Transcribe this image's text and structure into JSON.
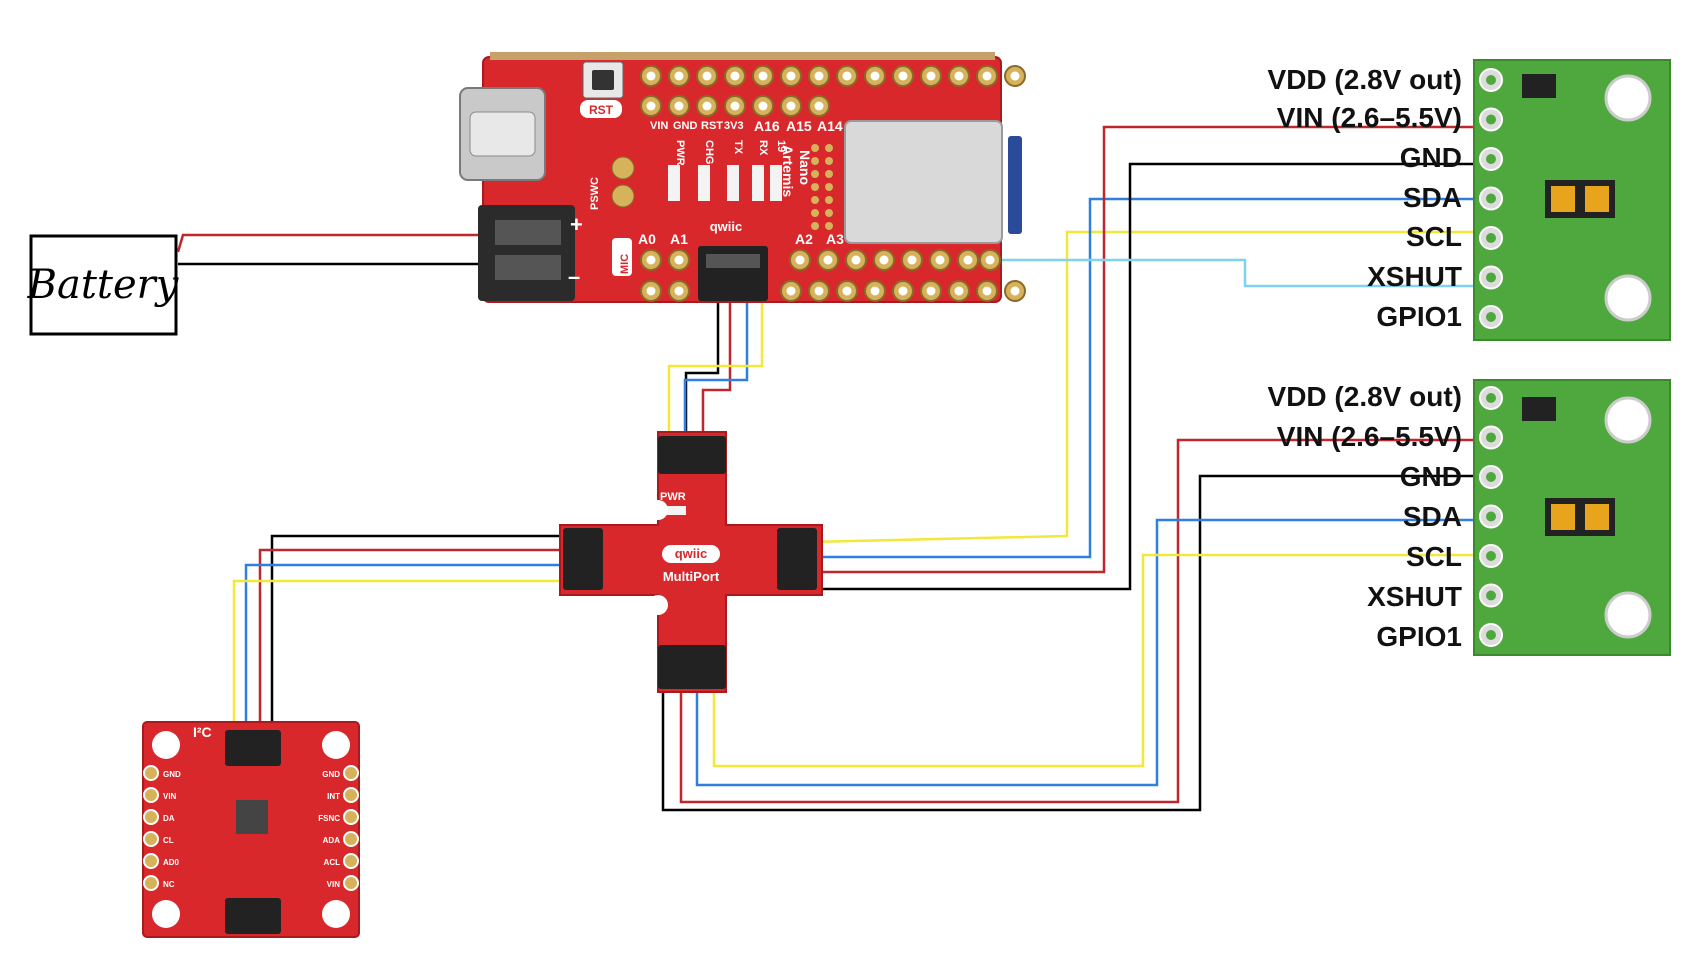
{
  "battery": {
    "label": "Battery"
  },
  "main_board": {
    "header_labels": [
      "VIN",
      "GND",
      "RST",
      "3V3",
      "A16",
      "A15",
      "A14"
    ],
    "led_labels": [
      "PWR",
      "CHG",
      "TX",
      "RX",
      "19"
    ],
    "title_line1": "Artemis",
    "title_line2": "Nano",
    "rst_label": "RST",
    "pswc_label": "PSWC",
    "mic_label": "MIC",
    "bottom_labels": [
      "A0",
      "A1",
      "A2",
      "A3"
    ],
    "qwiic_label": "qwiic",
    "battery_plus": "+",
    "battery_minus": "–"
  },
  "multiport": {
    "pwr_label": "PWR",
    "qwiic_label": "qwiic",
    "name_label": "MultiPort"
  },
  "imu_board": {
    "i2c_label": "I²C",
    "left_pins": [
      "GND",
      "VIN",
      "DA",
      "CL",
      "AD0",
      "NC"
    ],
    "right_pins": [
      "GND",
      "INT",
      "FSNC",
      "ADA",
      "ACL",
      "VIN"
    ]
  },
  "tof_sensor_1": {
    "pins": [
      "VDD (2.8V out)",
      "VIN (2.6–5.5V)",
      "GND",
      "SDA",
      "SCL",
      "XSHUT",
      "GPIO1"
    ]
  },
  "tof_sensor_2": {
    "pins": [
      "VDD (2.8V out)",
      "VIN (2.6–5.5V)",
      "GND",
      "SDA",
      "SCL",
      "XSHUT",
      "GPIO1"
    ]
  },
  "wire_colors": {
    "power": "#c0262d",
    "ground": "#000000",
    "sda": "#2f7fe0",
    "scl": "#f2e83a",
    "xshut": "#7fd3f0"
  },
  "board_colors": {
    "sparkfun_red": "#d8282b",
    "pololu_green": "#4fa83d"
  }
}
